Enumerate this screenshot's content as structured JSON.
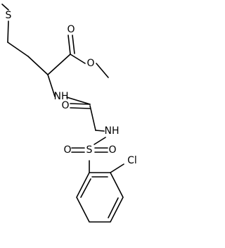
{
  "molecule": {
    "atoms": {
      "sulfide_s": "S",
      "ester_carbonyl_o": "O",
      "ester_alkoxy_o": "O",
      "amide_nh": "NH",
      "amide_o": "O",
      "sulfonamide_nh": "NH",
      "sulfonyl_s": "S",
      "sulfonyl_o_left": "O",
      "sulfonyl_o_right": "O",
      "chlorine": "Cl"
    }
  }
}
